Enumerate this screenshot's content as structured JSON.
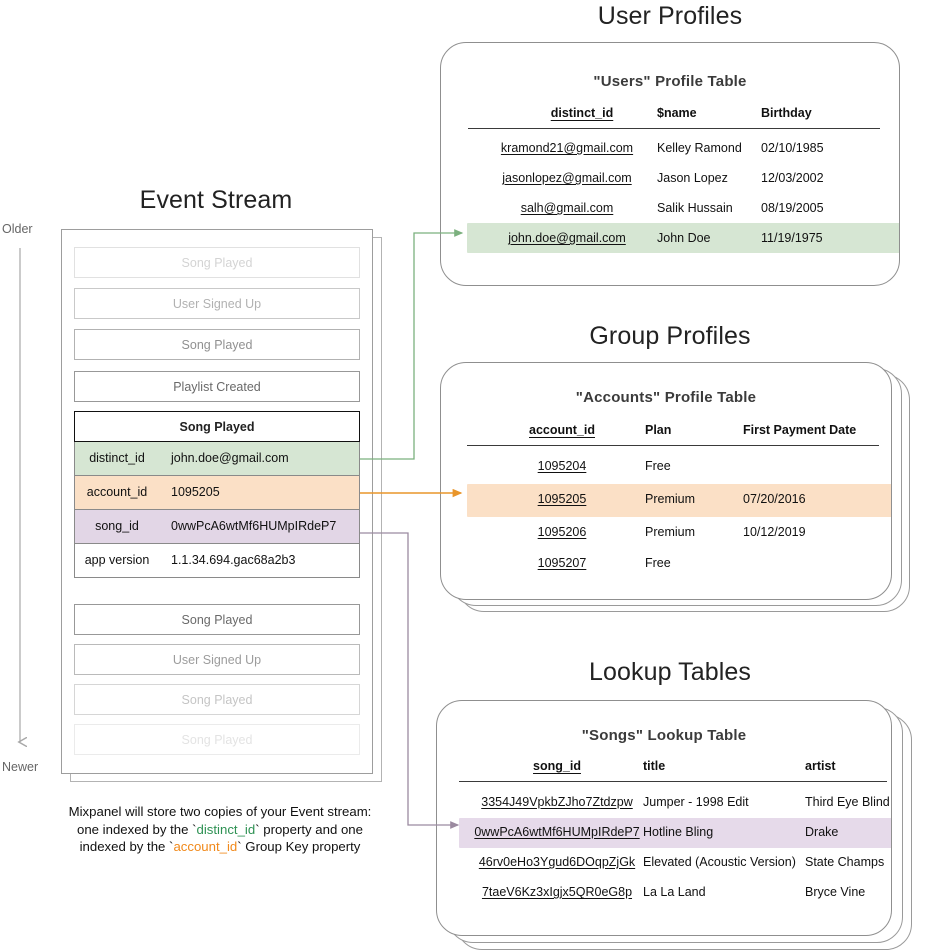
{
  "sections": {
    "event_stream_title": "Event Stream",
    "user_profiles_title": "User Profiles",
    "group_profiles_title": "Group Profiles",
    "lookup_tables_title": "Lookup Tables"
  },
  "timeline": {
    "older_label": "Older",
    "newer_label": "Newer"
  },
  "event_stream": {
    "events_above": [
      {
        "name": "Song Played",
        "opacity": "0.25"
      },
      {
        "name": "User Signed Up",
        "opacity": "0.45"
      },
      {
        "name": "Song Played",
        "opacity": "0.65"
      },
      {
        "name": "Playlist Created",
        "opacity": "0.88"
      }
    ],
    "focused_event": {
      "name": "Song Played",
      "properties": [
        {
          "key": "distinct_id",
          "value": "john.doe@gmail.com",
          "color": "#d6e6d3"
        },
        {
          "key": "account_id",
          "value": "1095205",
          "color": "#fbe0c6"
        },
        {
          "key": "song_id",
          "value": "0wwPcA6wtMf6HUMpIRdeP7",
          "color": "#e2d6e6"
        },
        {
          "key": "app version",
          "value": "1.1.34.694.gac68a2b3",
          "color": "#ffffff"
        }
      ]
    },
    "events_below": [
      {
        "name": "Song Played",
        "opacity": "0.88"
      },
      {
        "name": "User Signed Up",
        "opacity": "0.58"
      },
      {
        "name": "Song Played",
        "opacity": "0.34"
      },
      {
        "name": "Song Played",
        "opacity": "0.16"
      }
    ]
  },
  "caption": {
    "line1": "Mixpanel will store two copies of your Event stream:",
    "line2_pre": "one indexed by the `",
    "line2_token": "distinct_id",
    "line2_post": "` property and one",
    "line3_pre": "indexed by the `",
    "line3_token": "account_id",
    "line3_post": "` Group Key property"
  },
  "users_table": {
    "title": "\"Users\" Profile Table",
    "columns": [
      "distinct_id",
      "$name",
      "Birthday"
    ],
    "rows": [
      {
        "distinct_id": "kramond21@gmail.com",
        "name": "Kelley Ramond",
        "birthday": "02/10/1985",
        "highlight": ""
      },
      {
        "distinct_id": "jasonlopez@gmail.com",
        "name": "Jason Lopez",
        "birthday": "12/03/2002",
        "highlight": ""
      },
      {
        "distinct_id": "salh@gmail.com",
        "name": "Salik Hussain",
        "birthday": "08/19/2005",
        "highlight": ""
      },
      {
        "distinct_id": "john.doe@gmail.com",
        "name": "John Doe",
        "birthday": "11/19/1975",
        "highlight": "#d6e6d3"
      }
    ]
  },
  "accounts_table": {
    "title": "\"Accounts\" Profile Table",
    "columns": [
      "account_id",
      "Plan",
      "First Payment Date"
    ],
    "rows": [
      {
        "account_id": "1095204",
        "plan": "Free",
        "first_payment": "",
        "highlight": ""
      },
      {
        "account_id": "1095205",
        "plan": "Premium",
        "first_payment": "07/20/2016",
        "highlight": "#fbe0c6"
      },
      {
        "account_id": "1095206",
        "plan": "Premium",
        "first_payment": "10/12/2019",
        "highlight": ""
      },
      {
        "account_id": "1095207",
        "plan": "Free",
        "first_payment": "",
        "highlight": ""
      }
    ]
  },
  "songs_table": {
    "title": "\"Songs\" Lookup Table",
    "columns": [
      "song_id",
      "title",
      "artist"
    ],
    "rows": [
      {
        "song_id": "3354J49VpkbZJho7Ztdzpw",
        "title": "Jumper - 1998 Edit",
        "artist": "Third Eye Blind",
        "highlight": ""
      },
      {
        "song_id": "0wwPcA6wtMf6HUMpIRdeP7",
        "title": "Hotline Bling",
        "artist": "Drake",
        "highlight": "#e6daea"
      },
      {
        "song_id": "46rv0eHo3Ygud6DOqpZjGk",
        "title": "Elevated (Acoustic Version)",
        "artist": "State Champs",
        "highlight": ""
      },
      {
        "song_id": "7taeV6Kz3xIgjx5QR0eG8p",
        "title": "La La Land",
        "artist": "Bryce Vine",
        "highlight": ""
      }
    ]
  },
  "colors": {
    "green": "#7bb07e",
    "orange": "#e9a33c",
    "purple": "#a890ac",
    "timeline_gray": "#a8a8a8"
  }
}
